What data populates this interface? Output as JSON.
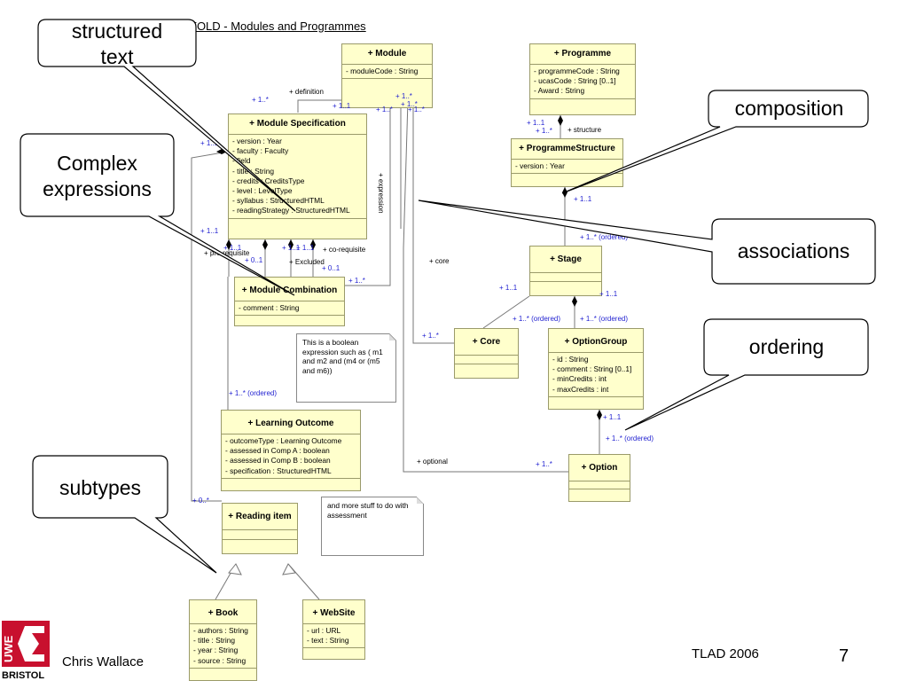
{
  "slide": {
    "title": "FOLD - Modules and Programmes",
    "author": "Chris Wallace",
    "event": "TLAD 2006",
    "page": "7",
    "logo_text": "UWE",
    "logo_sub": "BRISTOL"
  },
  "callouts": {
    "structured": "structured text",
    "complex": "Complex expressions",
    "composition": "composition",
    "associations": "associations",
    "ordering": "ordering",
    "subtypes": "subtypes"
  },
  "classes": {
    "module": {
      "name": "+ Module",
      "attrs": [
        "- moduleCode : String"
      ]
    },
    "programme": {
      "name": "+ Programme",
      "attrs": [
        "- programmeCode : String",
        "- ucasCode : String [0..1]",
        "- Award : String"
      ]
    },
    "module_spec": {
      "name": "+ Module Specification",
      "attrs": [
        "- version : Year",
        "- faculty : Faculty",
        "- field",
        "- title : String",
        "- credits : CreditsType",
        "- level : LevelType",
        "- syllabus : StructuredHTML",
        "- readingStrategy : StructuredHTML"
      ]
    },
    "programme_structure": {
      "name": "+ ProgrammeStructure",
      "attrs": [
        "- version : Year"
      ]
    },
    "stage": {
      "name": "+ Stage",
      "attrs": []
    },
    "module_combination": {
      "name": "+ Module Combination",
      "attrs": [
        "- comment : String"
      ]
    },
    "core": {
      "name": "+ Core",
      "attrs": []
    },
    "option_group": {
      "name": "+ OptionGroup",
      "attrs": [
        "- id : String",
        "- comment : String [0..1]",
        "- minCredits : int",
        "- maxCredits : int"
      ]
    },
    "learning_outcome": {
      "name": "+ Learning Outcome",
      "attrs": [
        "- outcomeType : Learning Outcome",
        "- assessed in Comp A : boolean",
        "- assessed in Comp B : boolean",
        "- specification : StructuredHTML"
      ]
    },
    "option": {
      "name": "+ Option",
      "attrs": []
    },
    "reading_item": {
      "name": "+ Reading item",
      "attrs": []
    },
    "book": {
      "name": "+ Book",
      "attrs": [
        "- authors : String",
        "- title : String",
        "- year : String",
        "- source : String"
      ]
    },
    "website": {
      "name": "+ WebSite",
      "attrs": [
        "- url : URL",
        "- text : String"
      ]
    }
  },
  "notes": {
    "boolean_note": "This is a boolean expression such as ( m1 and m2 and (m4 or (m5 and m6))",
    "more_note": "and more stuff to do with assessment"
  },
  "labels": {
    "definition": "+ definition",
    "mult_def": "+ 1..*",
    "mult_def_spec": "+ 1..1",
    "mult_mod_a": "+ 1..*",
    "mult_mod_b": "+ 1..*",
    "mult_mod_c": "+ 1..*",
    "mult_mod_d": "+ 1..*",
    "expression": "+ expression",
    "mult_prog_11": "+ 1..1",
    "mult_prog_1s": "+ 1..*",
    "structure": "+ structure",
    "mult_ps_stage": "+ 1..1",
    "mult_stage_ord": "+ 1..* (ordered)",
    "core": "+ core",
    "mult_stage_core": "+ 1..1",
    "mult_core_ord": "+ 1..* (ordered)",
    "mult_stage_og": "+ 1..1",
    "mult_og_ord": "+ 1..* (ordered)",
    "mult_core_mod": "+ 1..*",
    "mult_spec_left": "+ 1..1",
    "mult_spec_mid": "+ 1..1",
    "mult_pre_1": "+ 1..1",
    "pre_requisite": "+ pre-requisite",
    "mult_pre_0": "+ 0..1",
    "mult_11_a": "+ 1..1",
    "mult_11_b": "+ 1..1",
    "co_requisite": "+ co-requisite",
    "excluded": "+ Excluded",
    "mult_co_0": "+ 0..1",
    "mult_mc_1s": "+ 1..*",
    "mult_lo_ord": "+ 1..* (ordered)",
    "optional": "+ optional",
    "mult_opt_1s": "+ 1..*",
    "mult_og_opt_11": "+ 1..1",
    "mult_og_opt_ord": "+ 1..* (ordered)",
    "mult_reading_0": "+ 0..*"
  }
}
